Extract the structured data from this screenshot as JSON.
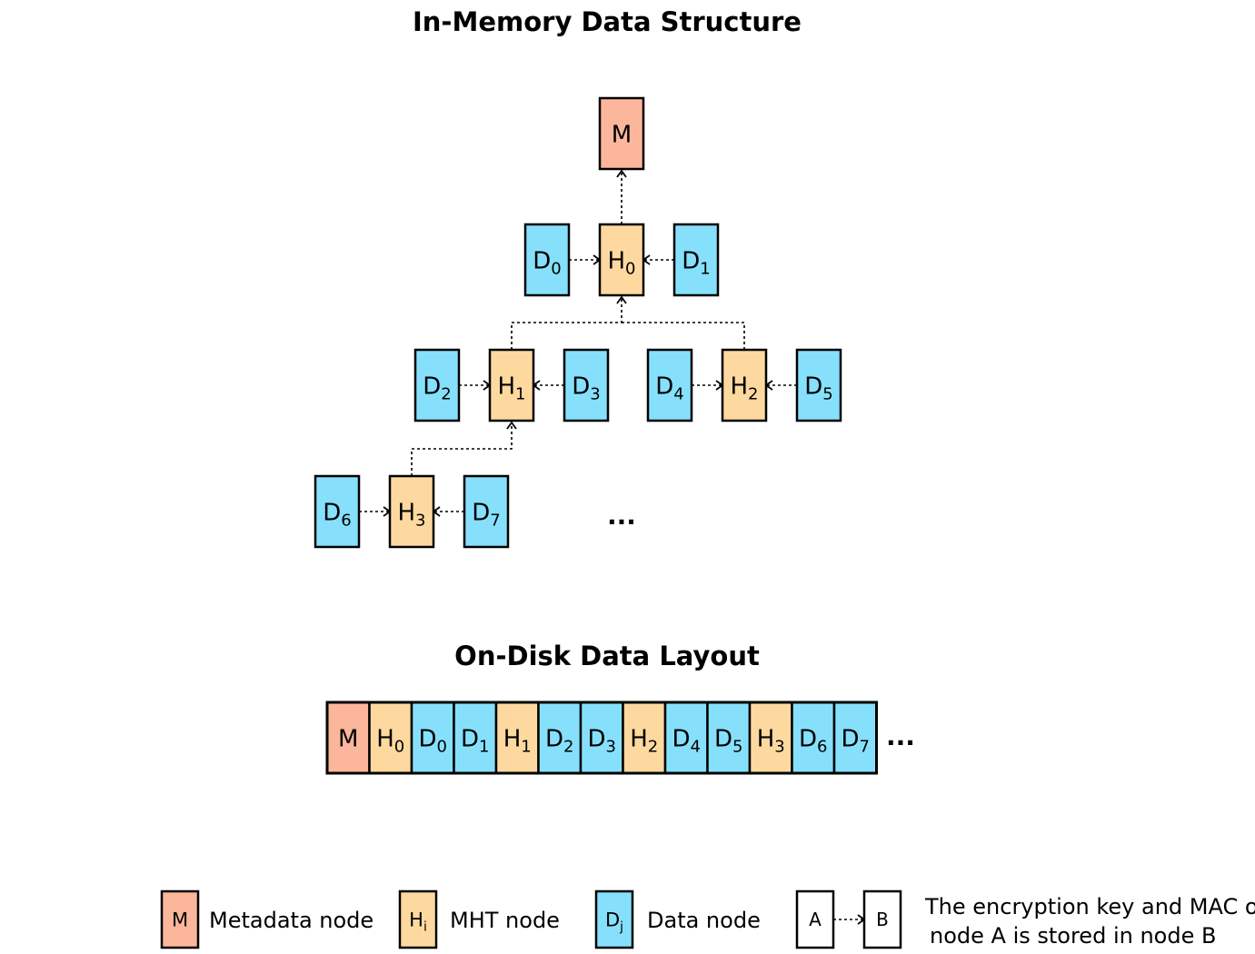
{
  "titles": {
    "in_memory": "In-Memory Data Structure",
    "on_disk": "On-Disk Data Layout"
  },
  "colors": {
    "metadata": "#FBB69B",
    "mht": "#FDD9A0",
    "data": "#86E0FC"
  },
  "tree": {
    "metadata": {
      "base": "M",
      "sub": ""
    },
    "mht_nodes": [
      {
        "id": "H0",
        "base": "H",
        "sub": "0",
        "parent": "M",
        "children": [
          "D0",
          "D1"
        ]
      },
      {
        "id": "H1",
        "base": "H",
        "sub": "1",
        "parent": "H0",
        "children": [
          "D2",
          "D3"
        ]
      },
      {
        "id": "H2",
        "base": "H",
        "sub": "2",
        "parent": "H0",
        "children": [
          "D4",
          "D5"
        ]
      },
      {
        "id": "H3",
        "base": "H",
        "sub": "3",
        "parent": "H1",
        "children": [
          "D6",
          "D7"
        ]
      }
    ],
    "data_nodes": [
      {
        "id": "D0",
        "base": "D",
        "sub": "0"
      },
      {
        "id": "D1",
        "base": "D",
        "sub": "1"
      },
      {
        "id": "D2",
        "base": "D",
        "sub": "2"
      },
      {
        "id": "D3",
        "base": "D",
        "sub": "3"
      },
      {
        "id": "D4",
        "base": "D",
        "sub": "4"
      },
      {
        "id": "D5",
        "base": "D",
        "sub": "5"
      },
      {
        "id": "D6",
        "base": "D",
        "sub": "6"
      },
      {
        "id": "D7",
        "base": "D",
        "sub": "7"
      }
    ],
    "ellipsis": "..."
  },
  "disk_layout": {
    "cells": [
      {
        "base": "M",
        "sub": "",
        "kind": "meta"
      },
      {
        "base": "H",
        "sub": "0",
        "kind": "mht"
      },
      {
        "base": "D",
        "sub": "0",
        "kind": "data"
      },
      {
        "base": "D",
        "sub": "1",
        "kind": "data"
      },
      {
        "base": "H",
        "sub": "1",
        "kind": "mht"
      },
      {
        "base": "D",
        "sub": "2",
        "kind": "data"
      },
      {
        "base": "D",
        "sub": "3",
        "kind": "data"
      },
      {
        "base": "H",
        "sub": "2",
        "kind": "mht"
      },
      {
        "base": "D",
        "sub": "4",
        "kind": "data"
      },
      {
        "base": "D",
        "sub": "5",
        "kind": "data"
      },
      {
        "base": "H",
        "sub": "3",
        "kind": "mht"
      },
      {
        "base": "D",
        "sub": "6",
        "kind": "data"
      },
      {
        "base": "D",
        "sub": "7",
        "kind": "data"
      }
    ],
    "ellipsis": "..."
  },
  "legend": {
    "metadata": {
      "symbol": "M",
      "label": "Metadata node"
    },
    "mht": {
      "symbol": "H",
      "sub": "i",
      "label": "MHT node"
    },
    "data": {
      "symbol": "D",
      "sub": "j",
      "label": "Data node"
    },
    "relation": {
      "from": "A",
      "to": "B",
      "line1": "The encryption key and MAC of",
      "line2": "node A is stored in node B"
    }
  }
}
